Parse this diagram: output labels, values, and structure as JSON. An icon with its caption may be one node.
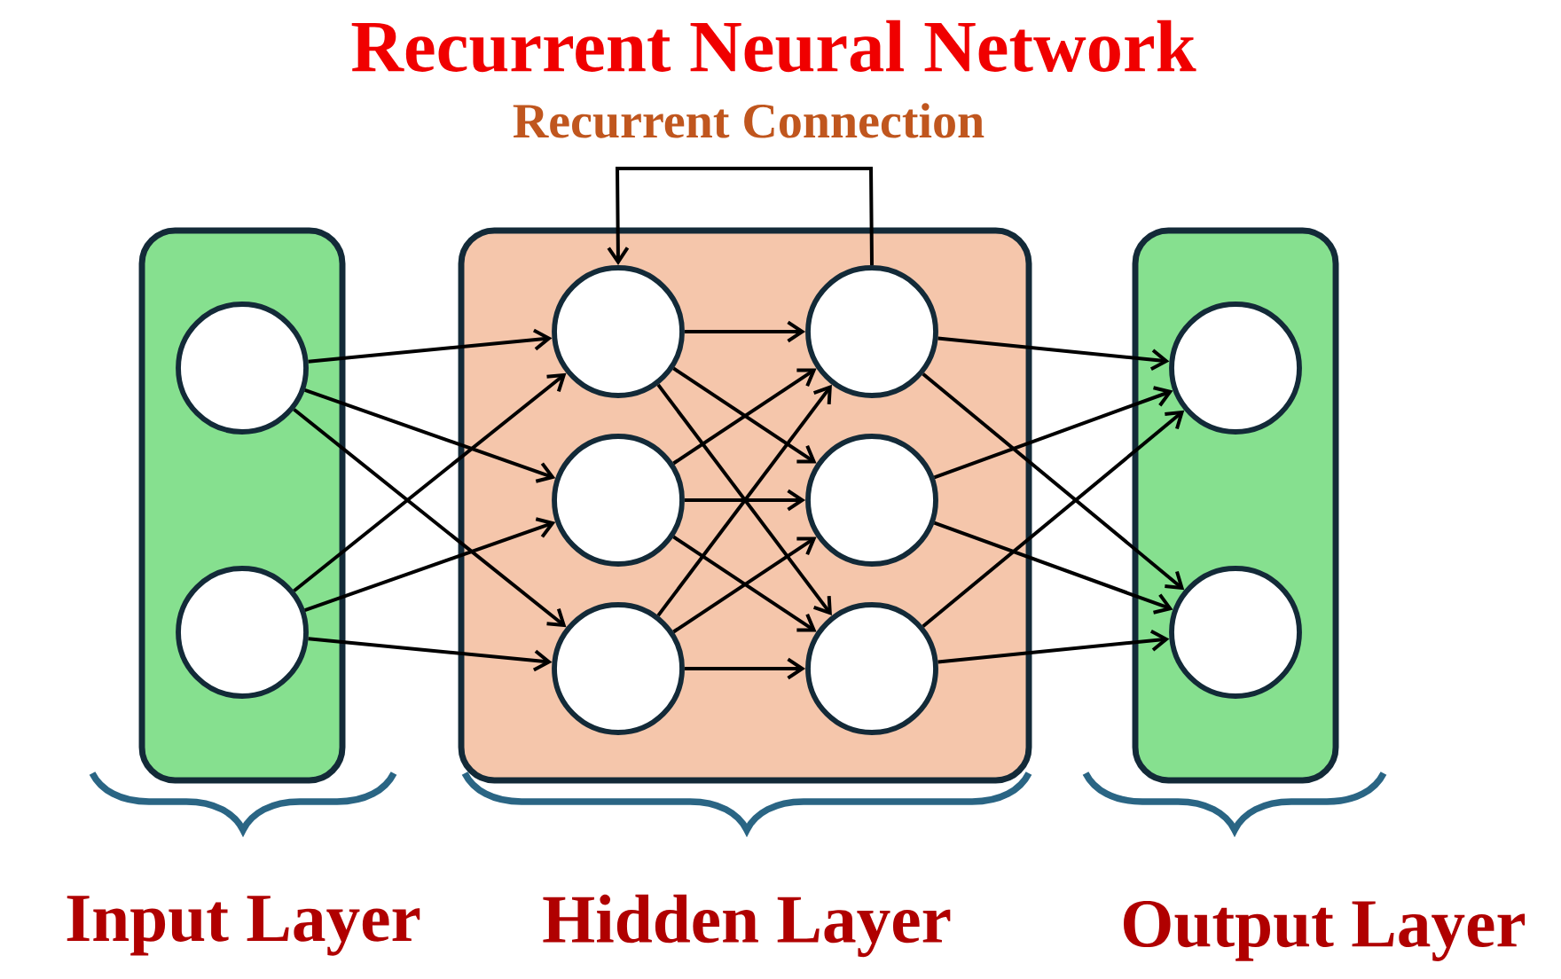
{
  "diagram": {
    "title": "Recurrent Neural Network",
    "nodes": [
      {
        "text": [],
        "shape": "box",
        "beside": [
          "Input Layer"
        ]
      },
      {
        "text": [],
        "shape": "circle",
        "in": 0
      },
      {
        "text": [],
        "shape": "circle",
        "in": 0
      },
      {
        "text": [],
        "shape": "box",
        "beside": [
          "Hidden Layer"
        ]
      },
      {
        "text": [],
        "shape": "circle",
        "in": 3
      },
      {
        "text": [],
        "shape": "circle",
        "in": 3
      },
      {
        "text": [],
        "shape": "circle",
        "in": 3
      },
      {
        "text": [],
        "shape": "circle",
        "in": 3
      },
      {
        "text": [],
        "shape": "circle",
        "in": 3
      },
      {
        "text": [],
        "shape": "circle",
        "in": 3
      },
      {
        "text": [],
        "shape": "box",
        "beside": [
          "Output Layer"
        ]
      },
      {
        "text": [],
        "shape": "circle",
        "in": 10
      },
      {
        "text": [],
        "shape": "circle",
        "in": 10
      }
    ],
    "edges": [
      {
        "from": 1,
        "to": 4,
        "arrow": "to"
      },
      {
        "from": 1,
        "to": 5,
        "arrow": "to"
      },
      {
        "from": 1,
        "to": 6,
        "arrow": "to"
      },
      {
        "from": 2,
        "to": 4,
        "arrow": "to"
      },
      {
        "from": 2,
        "to": 5,
        "arrow": "to"
      },
      {
        "from": 2,
        "to": 6,
        "arrow": "to"
      },
      {
        "from": 4,
        "to": 7,
        "arrow": "to"
      },
      {
        "from": 4,
        "to": 8,
        "arrow": "to"
      },
      {
        "from": 4,
        "to": 9,
        "arrow": "to"
      },
      {
        "from": 5,
        "to": 7,
        "arrow": "to"
      },
      {
        "from": 5,
        "to": 8,
        "arrow": "to"
      },
      {
        "from": 5,
        "to": 9,
        "arrow": "to"
      },
      {
        "from": 6,
        "to": 7,
        "arrow": "to"
      },
      {
        "from": 6,
        "to": 8,
        "arrow": "to"
      },
      {
        "from": 6,
        "to": 9,
        "arrow": "to"
      },
      {
        "from": 7,
        "to": 11,
        "arrow": "to"
      },
      {
        "from": 7,
        "to": 12,
        "arrow": "to"
      },
      {
        "from": 8,
        "to": 11,
        "arrow": "to"
      },
      {
        "from": 8,
        "to": 12,
        "arrow": "to"
      },
      {
        "from": 9,
        "to": 11,
        "arrow": "to"
      },
      {
        "from": 9,
        "to": 12,
        "arrow": "to"
      },
      {
        "from": 7,
        "to": 4,
        "arrow": "to",
        "label": "Recurrent Connection"
      }
    ]
  }
}
